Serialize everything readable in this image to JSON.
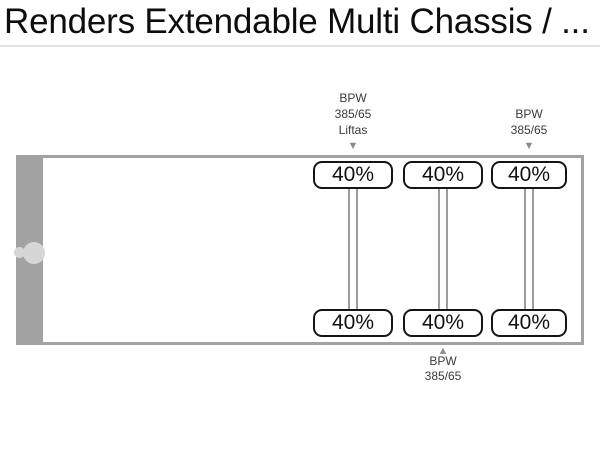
{
  "title": "Renders Extendable Multi Chassis / ...",
  "diagram": {
    "labels": {
      "front_axle": [
        "BPW",
        "385/65",
        "Liftas"
      ],
      "rear_axle": [
        "BPW",
        "385/65"
      ],
      "middle_axle": [
        "BPW",
        "385/65"
      ]
    },
    "axles": [
      {
        "id": "axle-1",
        "left_tire_wear": "40%",
        "right_tire_wear": "40%"
      },
      {
        "id": "axle-2",
        "left_tire_wear": "40%",
        "right_tire_wear": "40%"
      },
      {
        "id": "axle-3",
        "left_tire_wear": "40%",
        "right_tire_wear": "40%"
      }
    ],
    "icons": {
      "arrow_down": "▼",
      "arrow_up": "▲"
    }
  },
  "colors": {
    "chassis_gray": "#a2a2a2",
    "kingpin_gray": "#d6d6d6",
    "shaft_gray": "#9c9c9c",
    "tire_border": "#151515",
    "label_text": "#3b3b3b",
    "pointer_gray": "#8f8f8f",
    "title_text": "#0d0d0d",
    "divider_gray": "#e4e4e4"
  }
}
